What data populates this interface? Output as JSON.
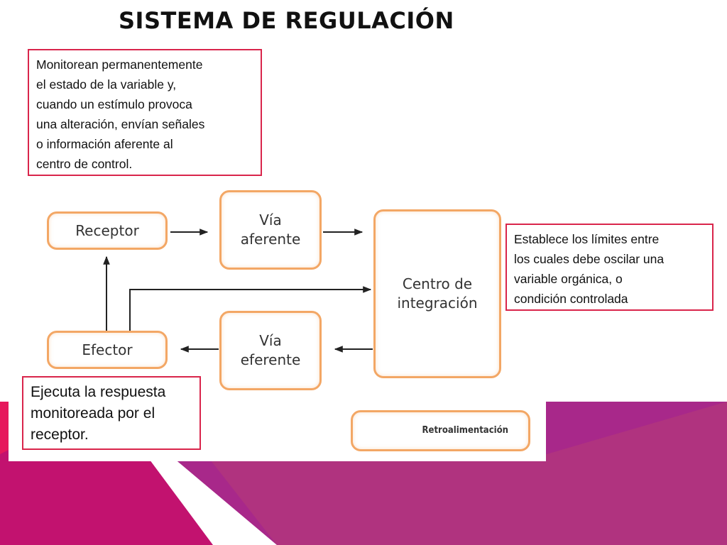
{
  "title": "SISTEMA DE REGULACIÓN",
  "colors": {
    "node_border": "#f3a765",
    "note_border": "#d9254b",
    "band_pink": "#e6185c",
    "band_purple": "#a8288a",
    "band_magenta": "#b0337f"
  },
  "notes": {
    "receptor": [
      "Monitorean permanentemente",
      "el estado de la variable y,",
      "cuando un estímulo provoca",
      "una alteración, envían señales",
      "o información aferente al",
      "centro de control."
    ],
    "centro": [
      "Establece los límites entre",
      "los cuales debe oscilar una",
      "variable orgánica, o",
      "condición controlada"
    ],
    "efector": [
      "Ejecuta la respuesta",
      "monitoreada por el",
      "receptor."
    ]
  },
  "nodes": {
    "receptor": "Receptor",
    "via_aferente": [
      "Vía",
      "aferente"
    ],
    "centro": [
      "Centro de",
      "integración"
    ],
    "efector": "Efector",
    "via_eferente": [
      "Vía",
      "eferente"
    ]
  },
  "legend": "Retroalimentación"
}
